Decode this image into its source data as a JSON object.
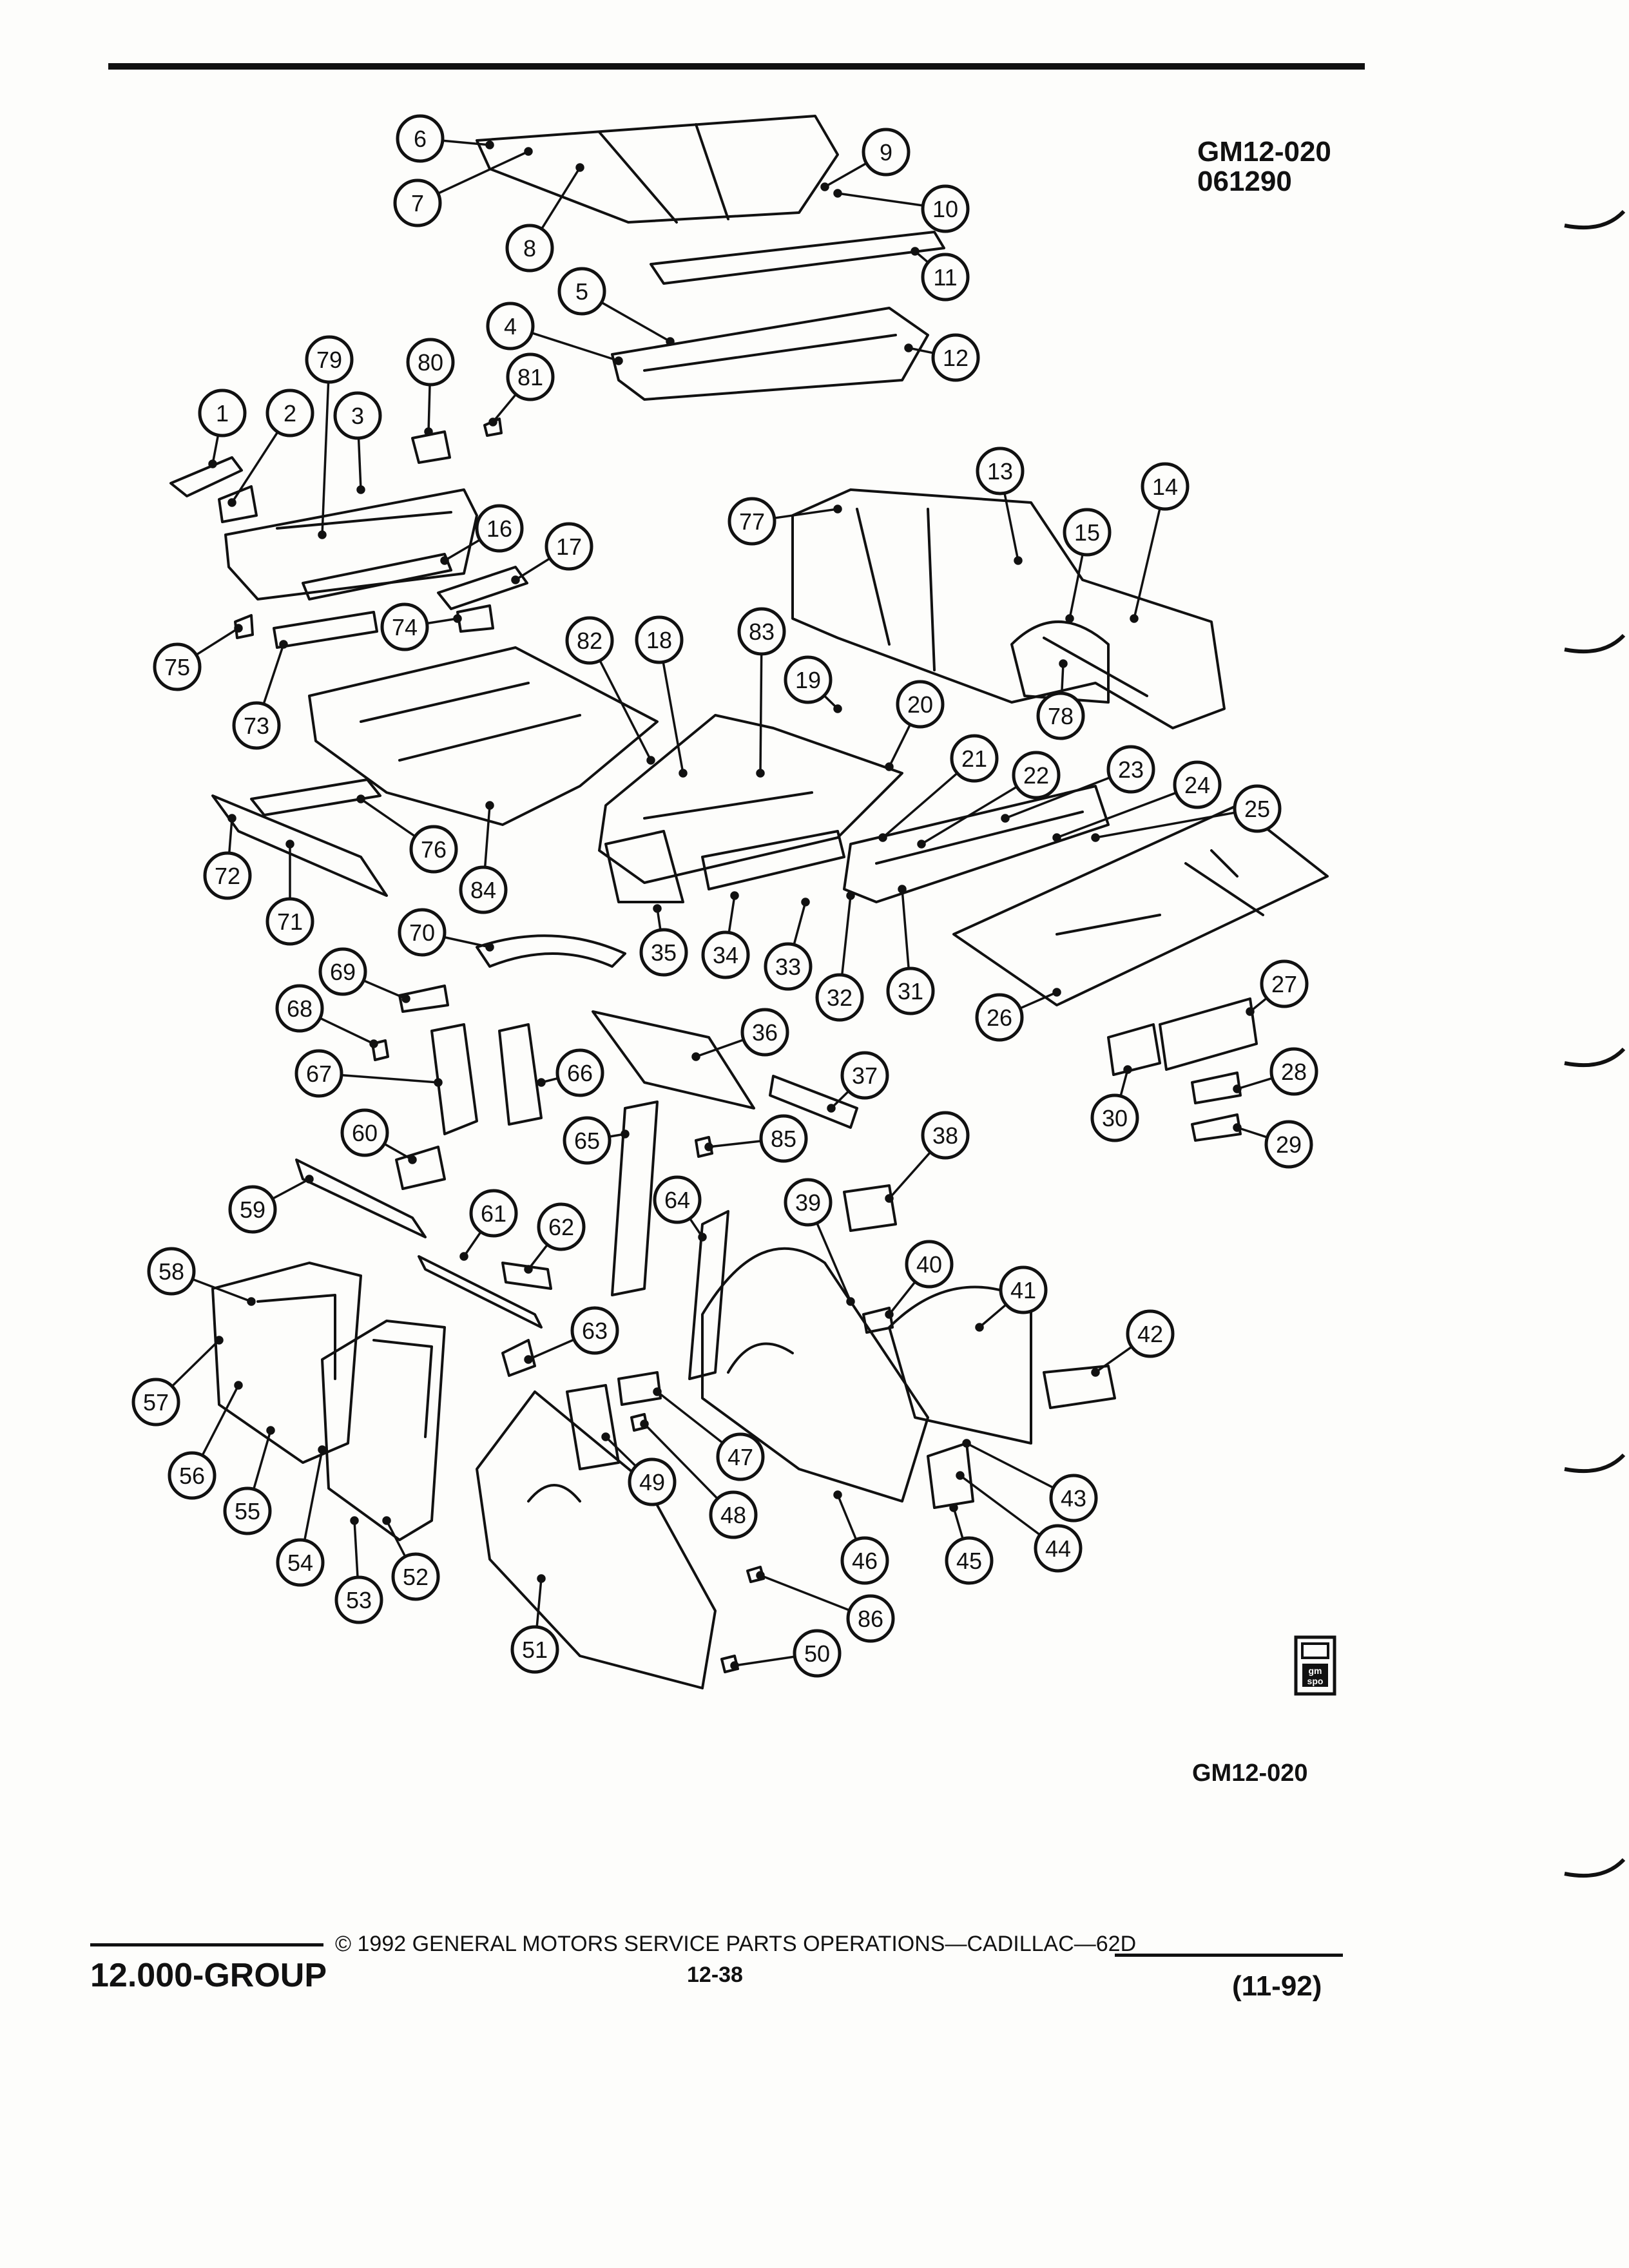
{
  "header": {
    "code_line1": "GM12-020",
    "code_line2": "061290"
  },
  "callouts": [
    "1",
    "2",
    "3",
    "4",
    "5",
    "6",
    "7",
    "8",
    "9",
    "10",
    "11",
    "12",
    "13",
    "14",
    "15",
    "16",
    "17",
    "18",
    "19",
    "20",
    "21",
    "22",
    "23",
    "24",
    "25",
    "26",
    "27",
    "28",
    "29",
    "30",
    "31",
    "32",
    "33",
    "34",
    "35",
    "36",
    "37",
    "38",
    "39",
    "40",
    "41",
    "42",
    "43",
    "44",
    "45",
    "46",
    "47",
    "48",
    "49",
    "50",
    "51",
    "52",
    "53",
    "54",
    "55",
    "56",
    "57",
    "58",
    "59",
    "60",
    "61",
    "62",
    "63",
    "64",
    "65",
    "66",
    "67",
    "68",
    "69",
    "70",
    "71",
    "72",
    "73",
    "74",
    "75",
    "76",
    "77",
    "78",
    "79",
    "80",
    "81",
    "82",
    "83",
    "84",
    "85",
    "86"
  ],
  "figure_code": "GM12-020",
  "logo_text": "gm spo",
  "footer": {
    "group": "12.000-GROUP",
    "copyright": "© 1992 GENERAL MOTORS SERVICE PARTS OPERATIONS—CADILLAC—62D",
    "page": "12-38",
    "date": "(11-92)"
  },
  "colors": {
    "ink": "#111111",
    "paper": "#fdfdfb"
  }
}
